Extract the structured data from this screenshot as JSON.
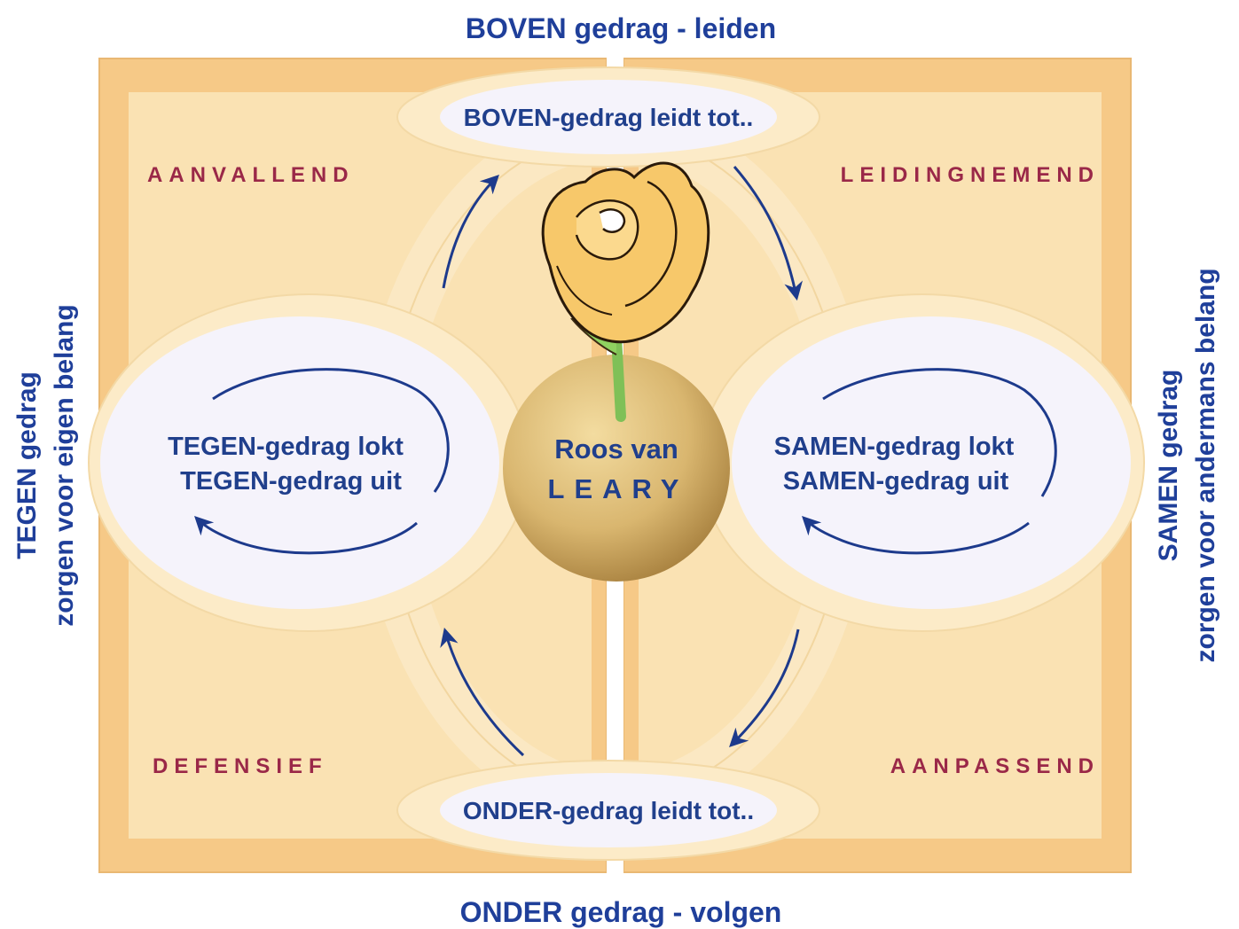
{
  "axes": {
    "top": "BOVEN gedrag - leiden",
    "bottom": "ONDER gedrag - volgen",
    "left_line1": "TEGEN gedrag",
    "left_line2": "zorgen voor eigen belang",
    "right_line1": "SAMEN gedrag",
    "right_line2": "zorgen voor andermans belang"
  },
  "quadrants": {
    "top_left": "AANVALLEND",
    "top_right": "LEIDINGNEMEND",
    "bottom_left": "DEFENSIEF",
    "bottom_right": "AANPASSEND"
  },
  "ovals": {
    "top": "BOVEN-gedrag leidt tot..",
    "bottom": "ONDER-gedrag leidt tot..",
    "left_line1": "TEGEN-gedrag lokt",
    "left_line2": "TEGEN-gedrag uit",
    "right_line1": "SAMEN-gedrag lokt",
    "right_line2": "SAMEN-gedrag uit"
  },
  "center": {
    "line1": "Roos van",
    "line2": "LEARY"
  },
  "colors": {
    "axis_text": "#1f3f9a",
    "quadrant_text": "#9a2848",
    "panel": "#f9dba4",
    "panel_inner": "#fae3b4",
    "oval_outer": "#fcebc8",
    "oval_inner": "#f5f3fb",
    "arrow": "#1d3a8c",
    "rose": "#f7c86a"
  },
  "icons": {
    "center": "rose-icon"
  }
}
